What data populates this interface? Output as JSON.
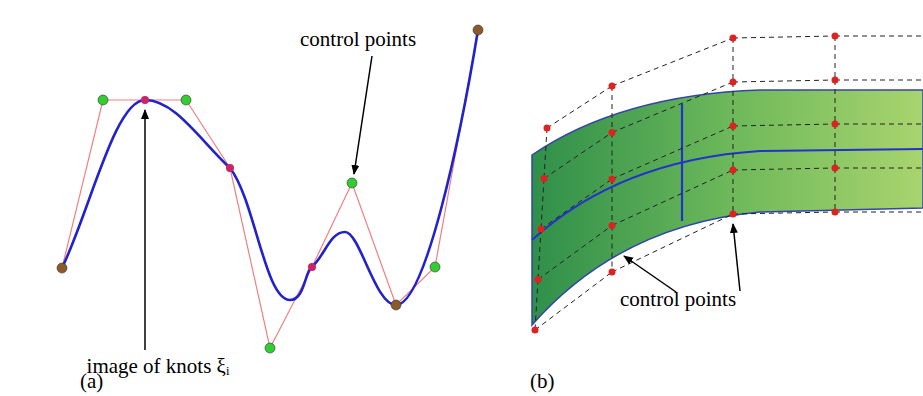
{
  "diagram": {
    "labels": [
      "control points",
      "image of knots ξᵢ",
      "control points",
      "(a)",
      "(b)"
    ]
  }
}
